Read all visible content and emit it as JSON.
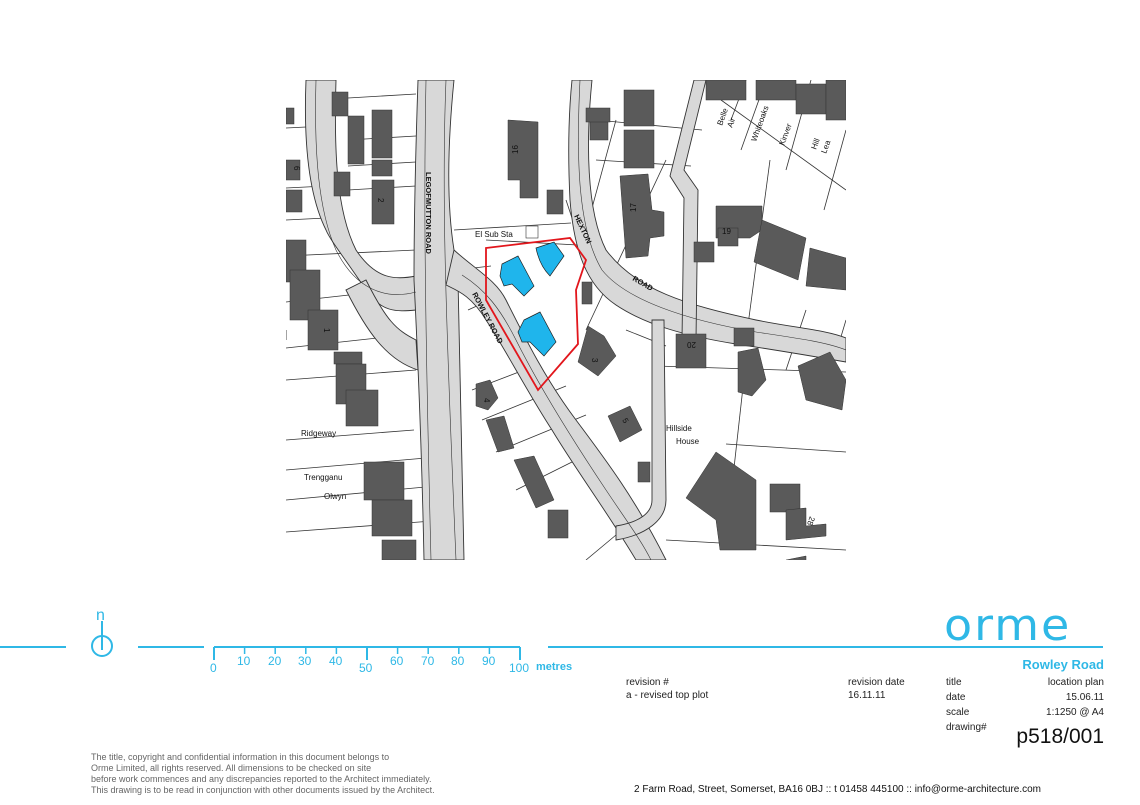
{
  "map": {
    "road_labels": [
      "LEGOFMUTTON ROAD",
      "ROWLEY ROAD",
      "HEXTON",
      "ROAD"
    ],
    "property_labels": [
      "El Sub Sta",
      "Ridgeway",
      "Trengganu",
      "Olwyn",
      "Hillside",
      "House",
      "Belle",
      "Air",
      "Whiteoaks",
      "Kinver",
      "Hill",
      "Lea"
    ],
    "house_numbers": [
      "16",
      "17",
      "19",
      "20",
      "2",
      "6",
      "1",
      "3",
      "4",
      "5",
      "28"
    ],
    "site_boundary_color": "#e2161c",
    "proposed_building_color": "#1fb5ec",
    "existing_building_color": "#5a5a5a",
    "road_color": "#d8d8d8"
  },
  "north_arrow": {
    "label": "n"
  },
  "scale_bar": {
    "ticks": [
      "0",
      "10",
      "20",
      "30",
      "40",
      "50",
      "60",
      "70",
      "80",
      "90",
      "100"
    ],
    "unit": "metres"
  },
  "brand": {
    "logo": "orme",
    "accent": "#2fb8e6"
  },
  "title_block": {
    "project": "Rowley Road",
    "revision_header": "revision #",
    "revision_value": "a - revised top plot",
    "revision_date_header": "revision date",
    "revision_date_value": "16.11.11",
    "title_label": "title",
    "title_value": "location plan",
    "date_label": "date",
    "date_value": "15.06.11",
    "scale_label": "scale",
    "scale_value": "1:1250 @ A4",
    "drawing_label": "drawing#",
    "drawing_value": "p518/001"
  },
  "disclaimer": [
    "The title, copyright and confidential information in this document belongs to",
    "Orme Limited, all rights reserved. All dimensions to be checked on site",
    "before work commences and any discrepancies reported to the Architect immediately.",
    "This drawing is to be read in conjunction with other documents issued by the Architect."
  ],
  "address": "2 Farm Road, Street, Somerset, BA16 0BJ :: t 01458 445100 :: info@orme-architecture.com"
}
